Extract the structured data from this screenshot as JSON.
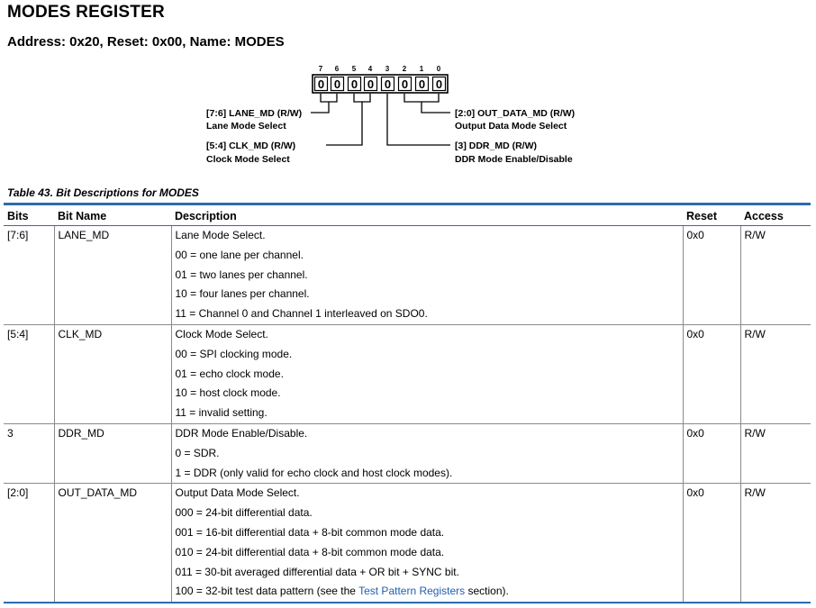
{
  "header": {
    "title": "MODES REGISTER",
    "subtitle": "Address: 0x20, Reset: 0x00, Name: MODES"
  },
  "diagram": {
    "bit_numbers": [
      "7",
      "6",
      "5",
      "4",
      "3",
      "2",
      "1",
      "0"
    ],
    "bit_values": [
      "0",
      "0",
      "0",
      "0",
      "0",
      "0",
      "0",
      "0"
    ],
    "fields": [
      {
        "field": "[7:6] LANE_MD (R/W)",
        "desc": "Lane Mode Select"
      },
      {
        "field": "[5:4] CLK_MD (R/W)",
        "desc": "Clock Mode Select"
      },
      {
        "field": "[2:0] OUT_DATA_MD (R/W)",
        "desc": "Output Data Mode Select"
      },
      {
        "field": "[3] DDR_MD (R/W)",
        "desc": "DDR Mode Enable/Disable"
      }
    ]
  },
  "table": {
    "caption": "Table 43. Bit Descriptions for MODES",
    "headers": [
      "Bits",
      "Bit Name",
      "Description",
      "Reset",
      "Access"
    ],
    "rows": [
      {
        "bits": "[7:6]",
        "name": "LANE_MD",
        "desc": [
          "Lane Mode Select.",
          "00 = one lane per channel.",
          "01 = two lanes per channel.",
          "10 = four lanes per channel.",
          "11 = Channel 0 and Channel 1 interleaved on SDO0."
        ],
        "reset": "0x0",
        "access": "R/W"
      },
      {
        "bits": "[5:4]",
        "name": "CLK_MD",
        "desc": [
          "Clock Mode Select.",
          "00 = SPI clocking mode.",
          "01 = echo clock mode.",
          "10 = host clock mode.",
          "11 = invalid setting."
        ],
        "reset": "0x0",
        "access": "R/W"
      },
      {
        "bits": "3",
        "name": "DDR_MD",
        "desc": [
          "DDR Mode Enable/Disable.",
          "0 = SDR.",
          "1 = DDR (only valid for echo clock and host clock modes)."
        ],
        "reset": "0x0",
        "access": "R/W"
      },
      {
        "bits": "[2:0]",
        "name": "OUT_DATA_MD",
        "desc": [
          "Output Data Mode Select.",
          "000 = 24-bit differential data.",
          "001 = 16-bit differential data + 8-bit common mode data.",
          "010 = 24-bit differential data + 8-bit common mode data.",
          "011 = 30-bit averaged differential data + OR bit + SYNC bit."
        ],
        "desc_last": {
          "before": "100 = 32-bit test data pattern (see the ",
          "link": "Test Pattern Registers",
          "after": " section)."
        },
        "reset": "0x0",
        "access": "R/W"
      }
    ]
  },
  "colors": {
    "rule": "#2a6cb0",
    "link": "#1f5fb0"
  }
}
